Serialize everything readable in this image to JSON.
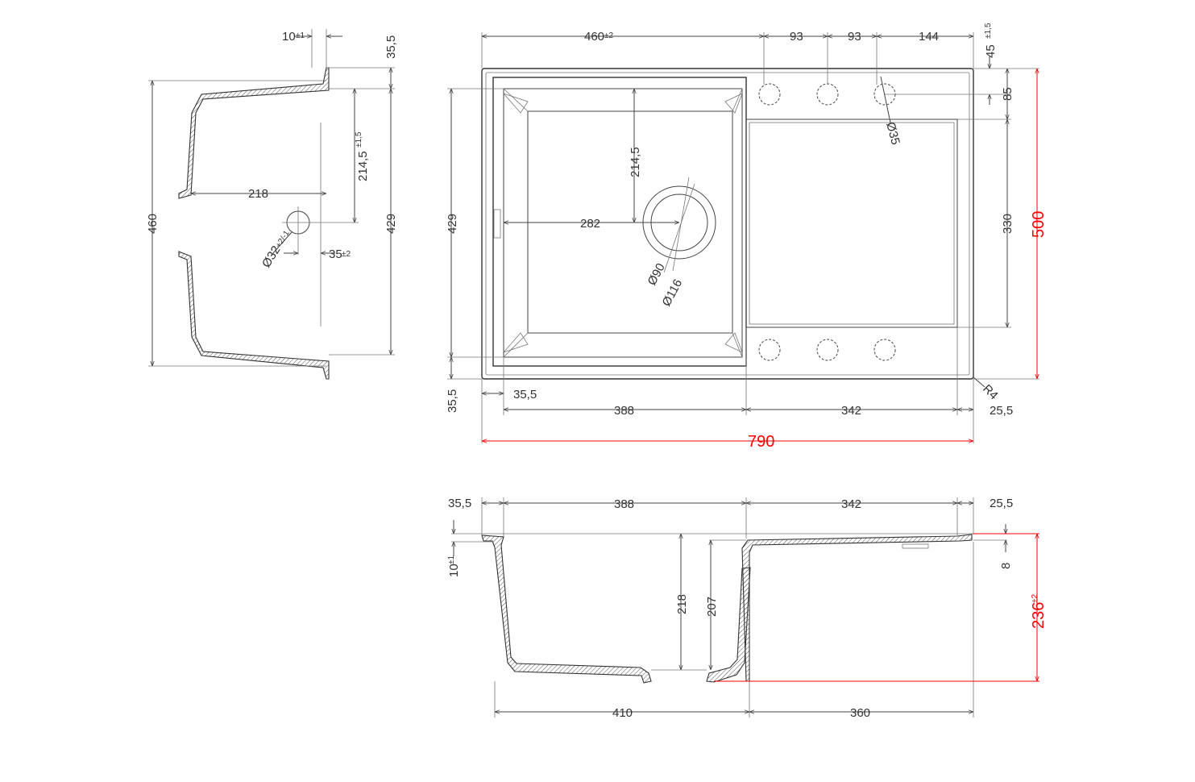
{
  "colors": {
    "line": "#444444",
    "accent": "#ff0000",
    "text": "#333333"
  },
  "side_view": {
    "rim_thickness": "10",
    "rim_thickness_tol": "±1",
    "rim_height": "35,5",
    "drain_offset_v": "214,5",
    "drain_offset_v_tol": "±1,5",
    "depth_to_drain": "218",
    "overall_depth": "460",
    "inner_depth": "429",
    "drain_diameter": "Ø32",
    "drain_diameter_tol": "+2/-1",
    "drain_offset_h": "35",
    "drain_offset_h_tol": "±2"
  },
  "top_view": {
    "bowl_width": "460",
    "bowl_width_tol": "±2",
    "hole_spacing_1": "93",
    "hole_spacing_2": "93",
    "edge_to_hole": "144",
    "hole_edge_offset": "45",
    "hole_edge_offset_tol": "±1,5",
    "hole_row_offset": "85",
    "hole_diameter": "Ø35",
    "drain_from_top": "214,5",
    "drain_from_left": "282",
    "bowl_inner_depth": "429",
    "drainboard_depth": "330",
    "overall_depth": "500",
    "drain_inner": "Ø90",
    "drain_outer": "Ø116",
    "front_rim": "35,5",
    "left_rim": "35,5",
    "bowl_inner_width": "388",
    "drainboard_width": "342",
    "right_rim": "25,5",
    "corner_radius": "R4",
    "overall_width": "790"
  },
  "front_view": {
    "left_rim": "35,5",
    "bowl_width": "388",
    "drainboard_width": "342",
    "right_rim": "25,5",
    "rim_thickness": "10",
    "rim_thickness_tol": "±1",
    "bowl_depth": "218",
    "inner_depth": "207",
    "drainboard_step": "8",
    "overall_height": "236",
    "overall_height_tol": "±2",
    "bottom_bowl_width": "410",
    "bottom_drainboard_width": "360"
  }
}
